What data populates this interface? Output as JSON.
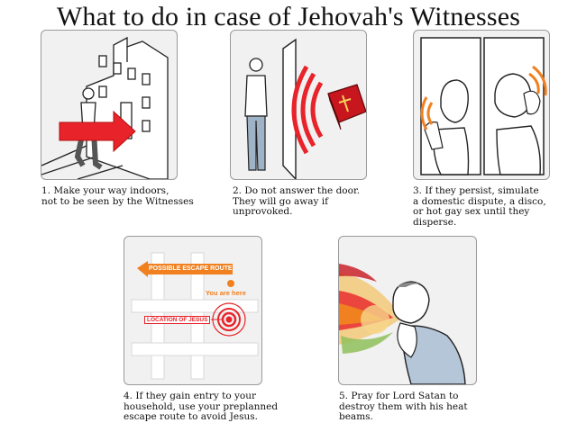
{
  "title": "What to do in case of Jehovah's Witnesses",
  "panels": [
    {
      "caption": [
        "1. Make your way indoors,",
        "not to be seen by the Witnesses"
      ]
    },
    {
      "caption": [
        "2. Do not answer the door.",
        "They will go away if",
        "unprovoked."
      ]
    },
    {
      "caption": [
        "3. If they persist, simulate",
        "a domestic dispute, a disco,",
        "or hot gay sex until they",
        "disperse."
      ]
    },
    {
      "caption": [
        "4. If they gain entry to your",
        "household, use your preplanned",
        "escape route to avoid Jesus."
      ],
      "map": {
        "escape_label": "POSSIBLE ESCAPE ROUTE",
        "you_are_here": "You are here",
        "jesus_label": "LOCATION OF JESUS"
      }
    },
    {
      "caption": [
        "5.  Pray for Lord Satan to",
        "destroy them with his heat",
        "beams."
      ]
    }
  ],
  "colors": {
    "accent_red": "#e8232a",
    "accent_orange": "#f08020",
    "panel_bg": "#f1f1f1"
  }
}
